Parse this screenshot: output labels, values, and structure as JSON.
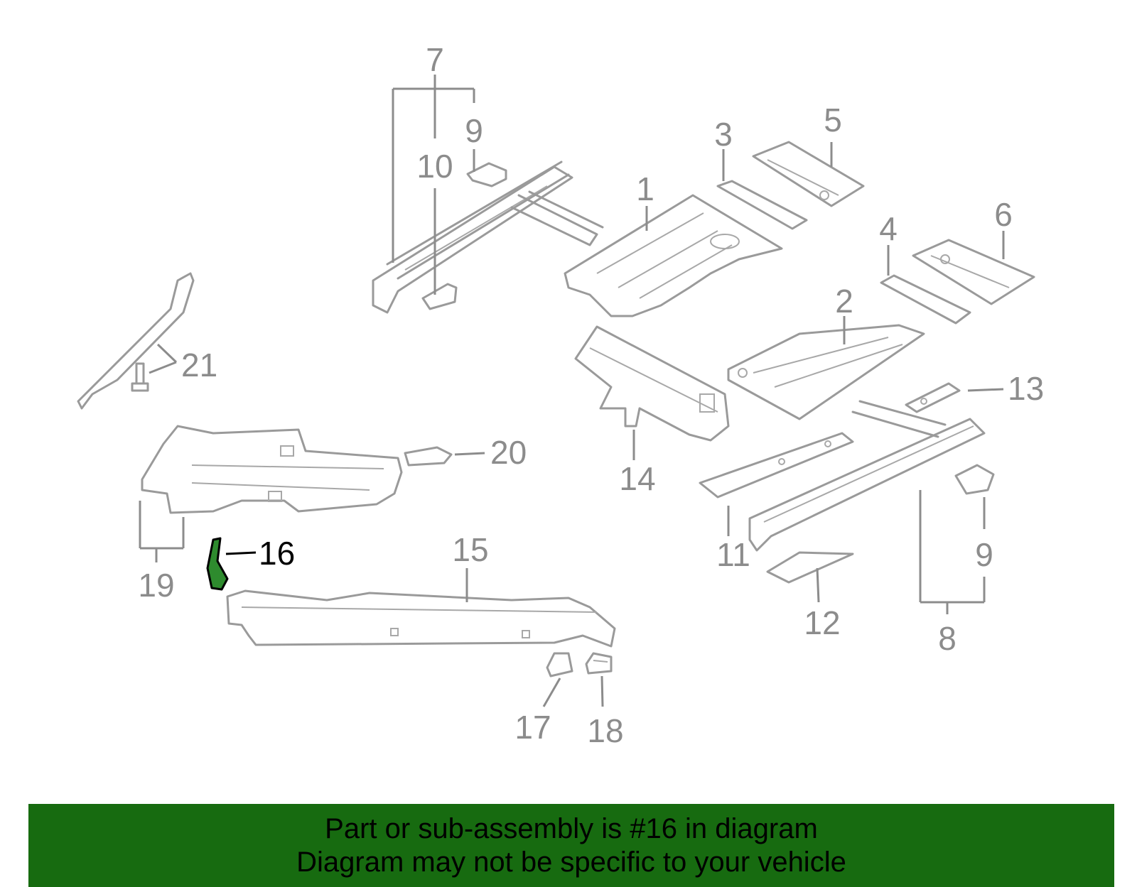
{
  "diagram": {
    "callouts": [
      {
        "label": "1",
        "highlight": false
      },
      {
        "label": "2",
        "highlight": false
      },
      {
        "label": "3",
        "highlight": false
      },
      {
        "label": "4",
        "highlight": false
      },
      {
        "label": "5",
        "highlight": false
      },
      {
        "label": "6",
        "highlight": false
      },
      {
        "label": "7",
        "highlight": false
      },
      {
        "label": "8",
        "highlight": false
      },
      {
        "label": "9",
        "highlight": false
      },
      {
        "label": "9",
        "highlight": false
      },
      {
        "label": "10",
        "highlight": false
      },
      {
        "label": "11",
        "highlight": false
      },
      {
        "label": "12",
        "highlight": false
      },
      {
        "label": "13",
        "highlight": false
      },
      {
        "label": "14",
        "highlight": false
      },
      {
        "label": "15",
        "highlight": false
      },
      {
        "label": "16",
        "highlight": true
      },
      {
        "label": "17",
        "highlight": false
      },
      {
        "label": "18",
        "highlight": false
      },
      {
        "label": "19",
        "highlight": false
      },
      {
        "label": "20",
        "highlight": false
      },
      {
        "label": "21",
        "highlight": false
      }
    ],
    "colors": {
      "part_line": "#9a9a9a",
      "callout_text": "#8c8c8c",
      "highlight_text": "#000000",
      "highlight_part": "#2e8b2e"
    }
  },
  "banner": {
    "line1": "Part or sub-assembly is #16 in diagram",
    "line2": "Diagram may not be specific to your vehicle",
    "background": "#176b10"
  }
}
